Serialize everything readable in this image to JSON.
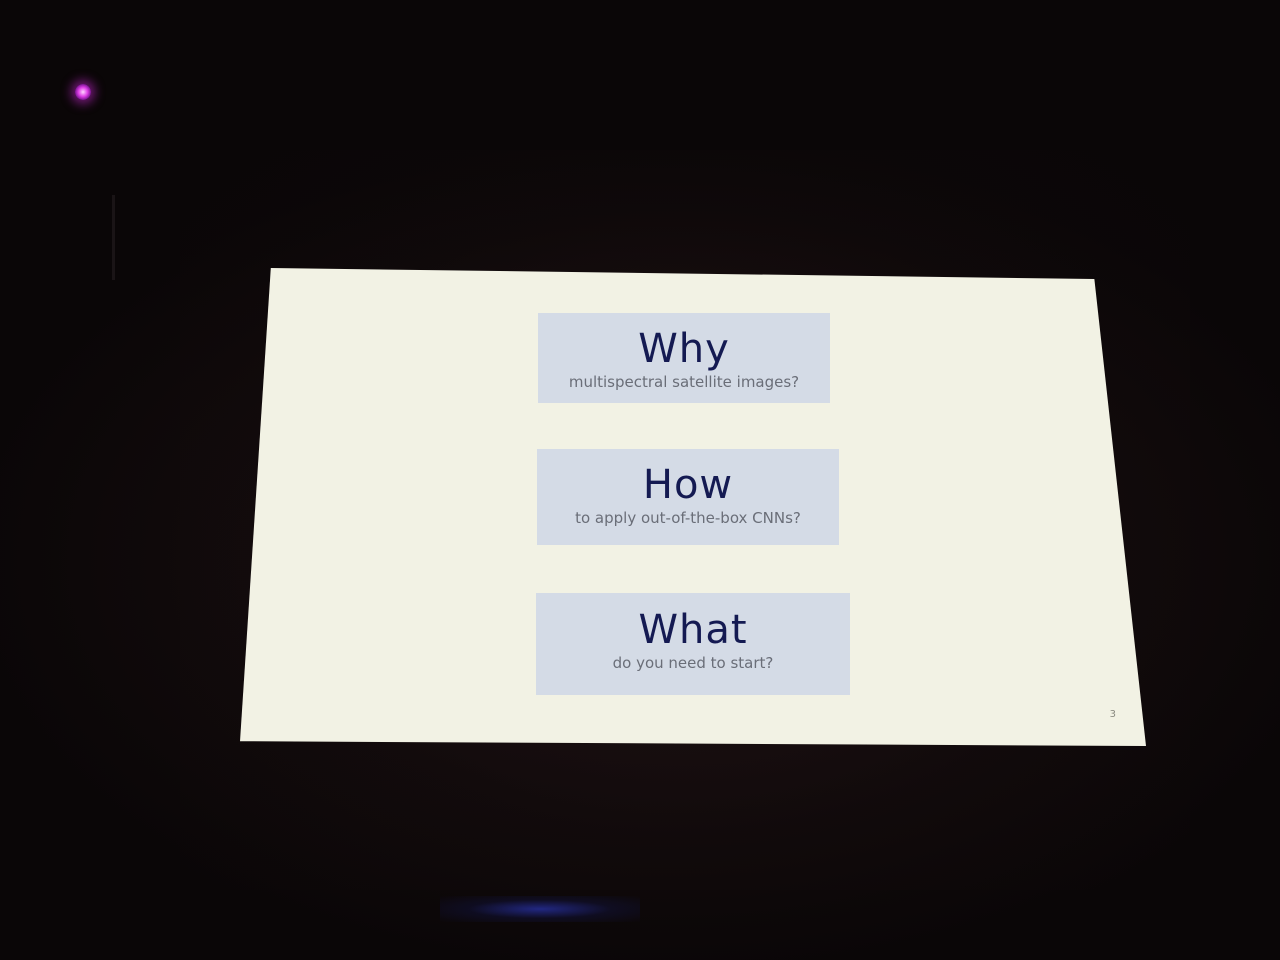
{
  "slide": {
    "cards": [
      {
        "title": "Why",
        "subtitle": "multispectral satellite images?"
      },
      {
        "title": "How",
        "subtitle": "to apply out-of-the-box CNNs?"
      },
      {
        "title": "What",
        "subtitle": "do you need to start?"
      }
    ],
    "page_number": "3"
  },
  "colors": {
    "slide_background": "#f2f2e4",
    "card_background": "#d4dbe6",
    "title_text": "#141a52",
    "subtitle_text": "#6a6e78",
    "led": "#e040e8"
  },
  "icons": {
    "indicator_light": "led-light-icon"
  }
}
